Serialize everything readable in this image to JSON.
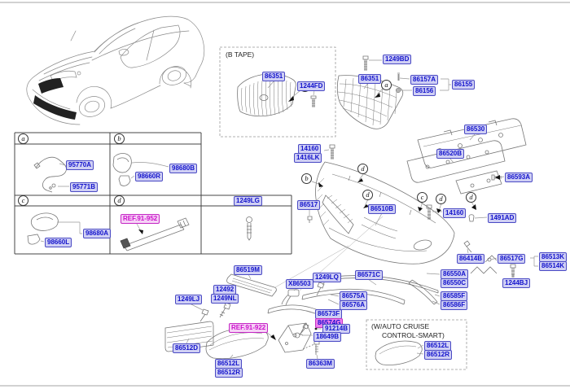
{
  "colors": {
    "label_text": "#1212cc",
    "label_bg": "#cfcff4",
    "label_border": "#4a4ac4",
    "ref_text": "#cc10cc",
    "ref_bg": "#f6d2f6",
    "highlight_bg": "#ee7cee"
  },
  "captions": {
    "btape": "(B TAPE)",
    "cruise_line1": "(W/AUTO CRUISE",
    "cruise_line2": "CONTROL-SMART)"
  },
  "markers": {
    "a": "a",
    "b": "b",
    "c": "c",
    "d": "d"
  },
  "parts": {
    "btape_grille": "86351",
    "btape_tape": "1244FD",
    "grille_bolt": "1249BD",
    "grille": "86351",
    "emblem_a": "86157A",
    "emblem_b": "86156",
    "emblem_set": "86155",
    "back_beam": "86530",
    "absorber": "86520B",
    "beam_bolt": "86593A",
    "screw_top": "14160",
    "nut_top": "1416LK",
    "side_bolt": "86517",
    "bumper_cover": "86510B",
    "screw_right": "14160",
    "clip_right": "1491AD",
    "bracket_b": "86414B",
    "side_support": "86517G",
    "bracket_lh": "86513K",
    "bracket_rh": "86514K",
    "bolt_bj": "1244BJ",
    "bracket_a": "86550A",
    "bracket_c": "86550C",
    "molding_lh": "86585F",
    "molding_rh": "86586F",
    "stiffener": "86519M",
    "screw_12492": "12492",
    "nut_1249nl": "1249NL",
    "bolt_lj": "1249LJ",
    "sensor": "X86503",
    "screw_lq": "1249LQ",
    "lip_molding": "86571C",
    "molding2_lh": "86575A",
    "molding2_rh": "86576A",
    "bezel_lh": "86573F",
    "bezel_rh": "86574G",
    "screw_91214b": "91214B",
    "bulb": "18649B",
    "screw_86363m": "86363M",
    "ref_fog": "REF.91-922",
    "ref_wiring": "REF.91-952",
    "lower_grille": "86512D",
    "fog_cover_lh": "86512L",
    "fog_cover_rh": "86512R",
    "cruise_cover_lh": "86512L",
    "cruise_cover_rh": "86512R",
    "table_screw": "1249LG",
    "washer_hose": "95770A",
    "washer_grommet": "95771B",
    "washer_cap_rh": "98680B",
    "washer_nozzle_rh": "98660R",
    "washer_cap_lh": "98680A",
    "washer_nozzle_lh": "98660L"
  }
}
